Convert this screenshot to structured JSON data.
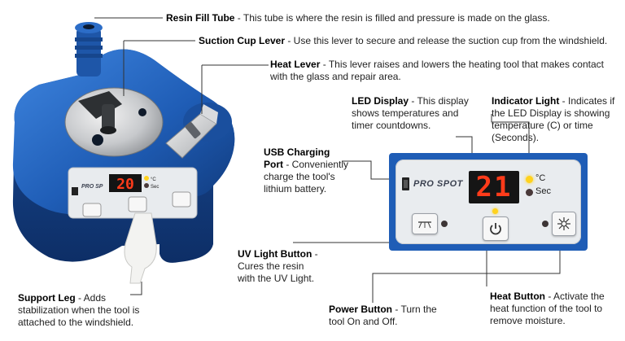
{
  "callouts": {
    "resin_fill_tube": {
      "title": "Resin Fill Tube",
      "text": " - This tube is where the resin is filled and pressure is made on the glass."
    },
    "suction_cup_lever": {
      "title": "Suction Cup Lever",
      "text": " - Use this lever to secure and release the suction cup from the windshield."
    },
    "heat_lever": {
      "title": "Heat Lever",
      "text": " - This lever raises and lowers the heating tool that makes contact with the glass and repair area."
    },
    "led_display": {
      "title": "LED Display",
      "text": " - This display shows temperatures and timer countdowns."
    },
    "indicator_light": {
      "title": "Indicator Light",
      "text": " - Indicates if the LED Display is showing temperature (C) or time (Seconds)."
    },
    "usb_charging_port": {
      "title": "USB Charging Port",
      "text": " - Conveniently charge the tool's lithium battery."
    },
    "uv_light_button": {
      "title": "UV Light Button",
      "text": " - Cures the resin with the UV Light."
    },
    "support_leg": {
      "title": "Support Leg",
      "text": " - Adds stabilization when the tool is attached to the windshield."
    },
    "power_button": {
      "title": "Power Button",
      "text": " - Turn the tool On and Off."
    },
    "heat_button": {
      "title": "Heat Button",
      "text": " - Activate the heat function of the tool to remove moisture."
    }
  },
  "device": {
    "brand": "PRO SPOT",
    "display_value": "21",
    "unit_celsius": "°C",
    "unit_seconds": "Sec"
  },
  "colors": {
    "body_blue": "#1f5db6",
    "led_red": "#ff3b1a",
    "indicator_yellow": "#ffd21e",
    "indicator_dark": "#4a3a3a"
  },
  "icons": {
    "uv": "uv-light-icon",
    "power": "power-icon",
    "heat": "heat-icon",
    "usb": "usb-port-icon"
  }
}
